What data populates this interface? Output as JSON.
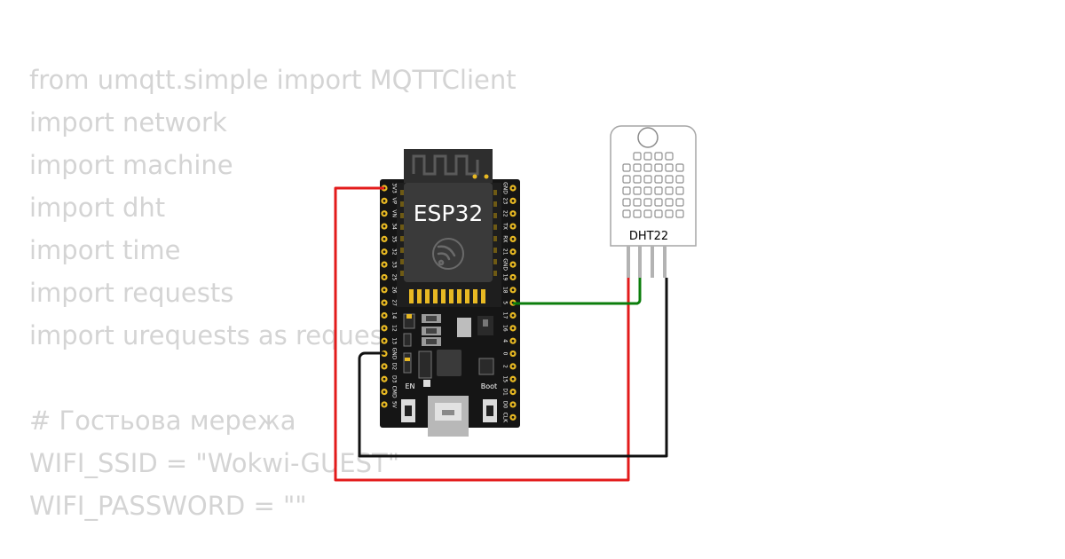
{
  "code_lines": [
    "from umqtt.simple import MQTTClient",
    "import network",
    "import machine",
    "import dht",
    "import time",
    "import requests",
    "import urequests as requests",
    "",
    "# Гостьова мережа",
    "WIFI_SSID = \"Wokwi-GUEST\"",
    "WIFI_PASSWORD = \"\""
  ],
  "esp32": {
    "chip_label": "ESP32",
    "button_en_label": "EN",
    "button_boot_label": "Boot",
    "left_pins": [
      "3V3",
      "VP",
      "VN",
      "34",
      "35",
      "32",
      "33",
      "25",
      "26",
      "27",
      "14",
      "12",
      "13",
      "GND",
      "D2",
      "D3",
      "CMD",
      "5V"
    ],
    "right_pins": [
      "GND",
      "23",
      "22",
      "TX",
      "RX",
      "21",
      "GND",
      "19",
      "18",
      "5",
      "17",
      "16",
      "4",
      "0",
      "2",
      "15",
      "D1",
      "D0",
      "CLK"
    ]
  },
  "dht22": {
    "label": "DHT22"
  },
  "wire_colors": {
    "vcc": "#e31b1b",
    "gnd": "#111111",
    "data": "#0b7d0b"
  }
}
